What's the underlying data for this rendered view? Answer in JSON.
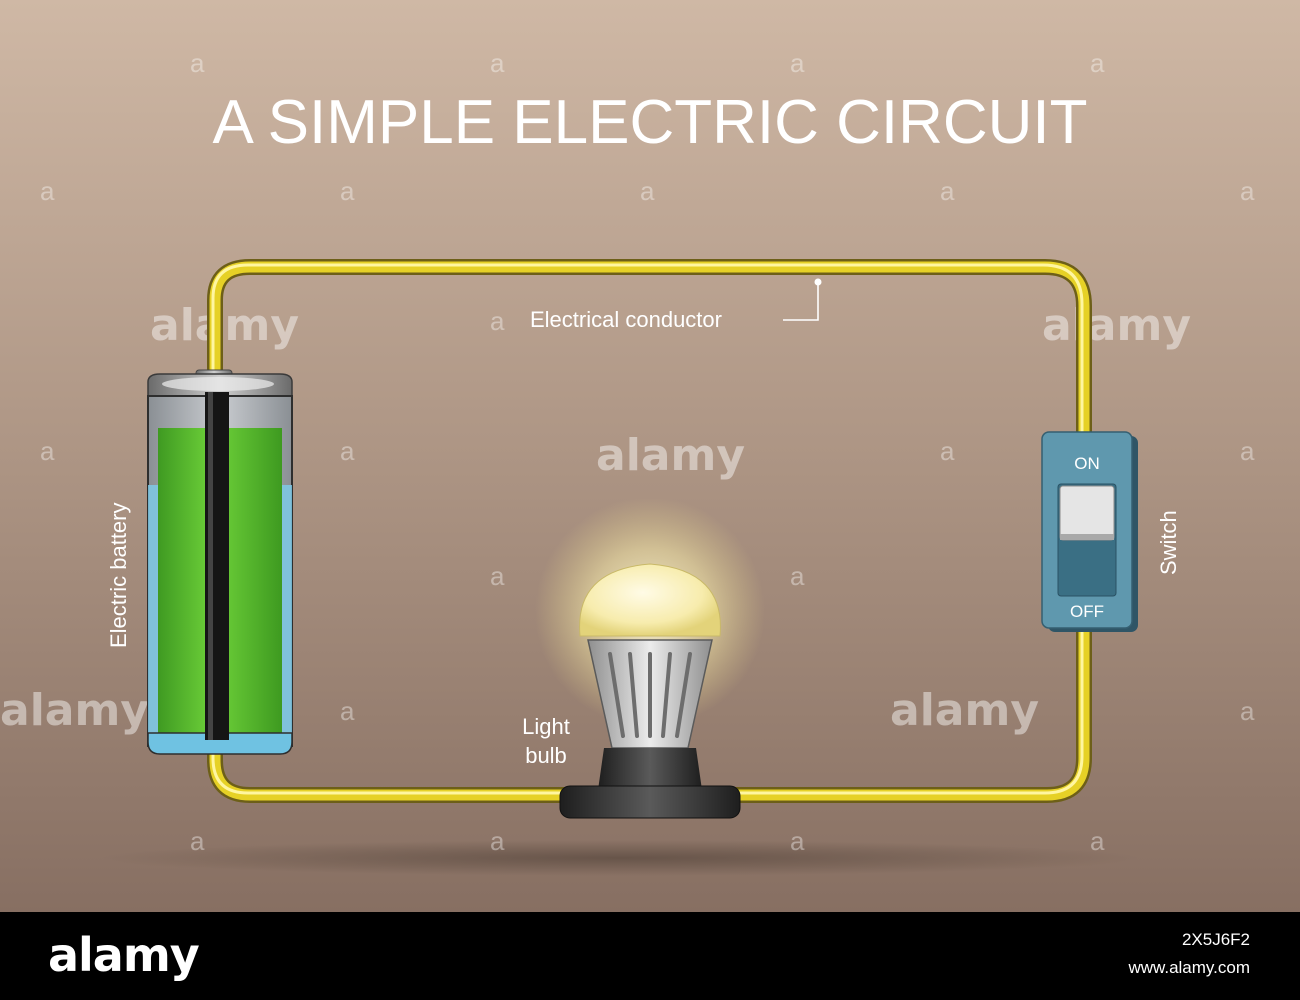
{
  "title": "A SIMPLE ELECTRIC CIRCUIT",
  "labels": {
    "conductor": "Electrical conductor",
    "battery": "Electric battery",
    "switch": "Switch",
    "switch_on": "ON",
    "switch_off": "OFF",
    "bulb_line1": "Light",
    "bulb_line2": "bulb"
  },
  "watermark": {
    "word": "alamy",
    "glyph": "a"
  },
  "footer": {
    "logo": "alamy",
    "image_id": "2X5J6F2",
    "url": "www.alamy.com"
  },
  "colors": {
    "background_top": "#cdb6a3",
    "background_bottom": "#8a7466",
    "wire": "#e8d224",
    "battery_fill": "#5cc22a",
    "switch_body": "#5f98ae",
    "bulb_glow": "#fff8c8"
  }
}
